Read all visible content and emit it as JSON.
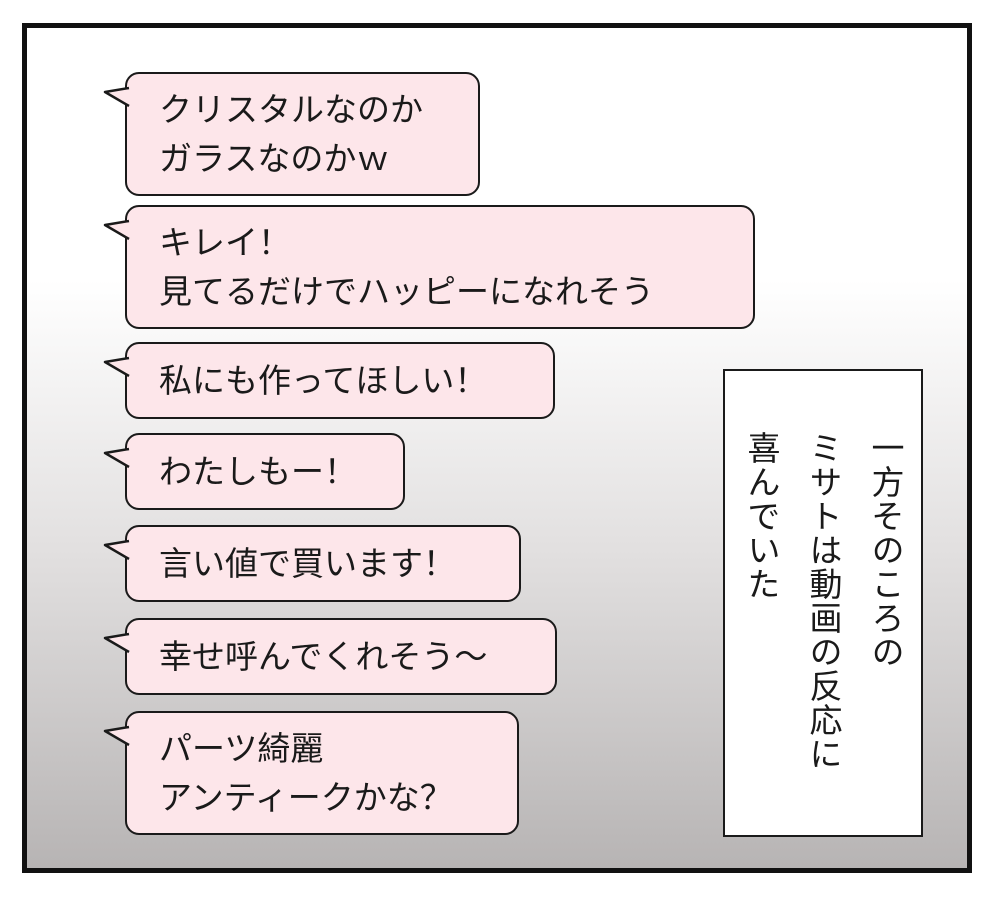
{
  "comments": [
    {
      "lines": [
        "クリスタルなのか",
        "ガラスなのかｗ"
      ]
    },
    {
      "lines": [
        "キレイ！",
        "見てるだけでハッピーになれそう"
      ]
    },
    {
      "lines": [
        "私にも作ってほしい！"
      ]
    },
    {
      "lines": [
        "わたしもー！"
      ]
    },
    {
      "lines": [
        "言い値で買います！"
      ]
    },
    {
      "lines": [
        "幸せ呼んでくれそう～"
      ]
    },
    {
      "lines": [
        "パーツ綺麗",
        "アンティークかな？"
      ]
    }
  ],
  "caption": {
    "columns": [
      "一方そのころの",
      "ミサトは動画の反応に",
      "喜んでいた"
    ]
  },
  "colors": {
    "bubble_fill": "#fde6ea",
    "outline": "#1a1a1a"
  }
}
